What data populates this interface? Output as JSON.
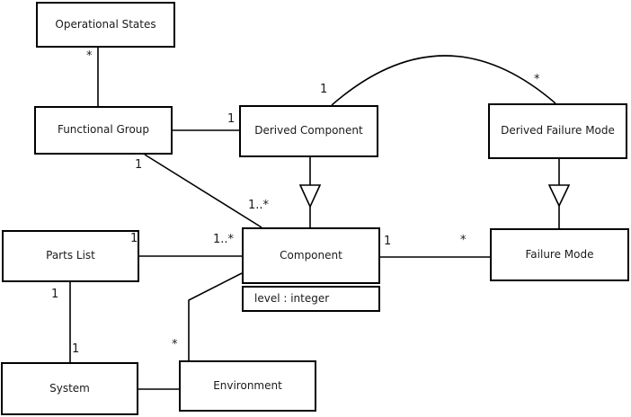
{
  "diagram": {
    "type": "uml-class-diagram",
    "colors": {
      "background": "#ffffff",
      "line": "#000000",
      "node_fill": "#ffffff",
      "text": "#1a1a1a"
    },
    "nodes": [
      {
        "id": "operational-states",
        "label": "Operational States"
      },
      {
        "id": "functional-group",
        "label": "Functional Group"
      },
      {
        "id": "derived-component",
        "label": "Derived Component"
      },
      {
        "id": "derived-failure-mode",
        "label": "Derived Failure Mode"
      },
      {
        "id": "parts-list",
        "label": "Parts List"
      },
      {
        "id": "component",
        "label": "Component",
        "attributes": [
          "level : integer"
        ]
      },
      {
        "id": "failure-mode",
        "label": "Failure Mode"
      },
      {
        "id": "system",
        "label": "System"
      },
      {
        "id": "environment",
        "label": "Environment"
      }
    ],
    "relations": [
      {
        "from": "functional-group",
        "to": "operational-states",
        "type": "association",
        "target_multiplicity": "*"
      },
      {
        "from": "functional-group",
        "to": "derived-component",
        "type": "association",
        "target_multiplicity": "1"
      },
      {
        "from": "functional-group",
        "to": "component",
        "type": "association",
        "source_multiplicity": "1",
        "target_multiplicity": "1..*"
      },
      {
        "from": "derived-component",
        "to": "component",
        "type": "generalization"
      },
      {
        "from": "derived-component",
        "to": "derived-failure-mode",
        "type": "association",
        "source_multiplicity": "1",
        "target_multiplicity": "*"
      },
      {
        "from": "derived-failure-mode",
        "to": "failure-mode",
        "type": "generalization"
      },
      {
        "from": "component",
        "to": "failure-mode",
        "type": "association",
        "source_multiplicity": "1",
        "target_multiplicity": "*"
      },
      {
        "from": "parts-list",
        "to": "component",
        "type": "association",
        "source_multiplicity": "1",
        "target_multiplicity": "1..*"
      },
      {
        "from": "parts-list",
        "to": "system",
        "type": "association",
        "source_multiplicity": "1",
        "target_multiplicity": "1"
      },
      {
        "from": "system",
        "to": "environment",
        "type": "association"
      },
      {
        "from": "environment",
        "to": "component",
        "type": "association",
        "source_multiplicity": "*"
      }
    ],
    "multiplicities": {
      "os_fg_star": "*",
      "fg_dc_one": "1",
      "fg_c_one": "1",
      "fg_c_many": "1..*",
      "dc_dfm_one": "1",
      "dc_dfm_star": "*",
      "c_fm_one": "1",
      "c_fm_star": "*",
      "pl_c_one": "1",
      "pl_c_many": "1..*",
      "pl_s_one_top": "1",
      "pl_s_one_bottom": "1",
      "env_c_star": "*"
    }
  }
}
